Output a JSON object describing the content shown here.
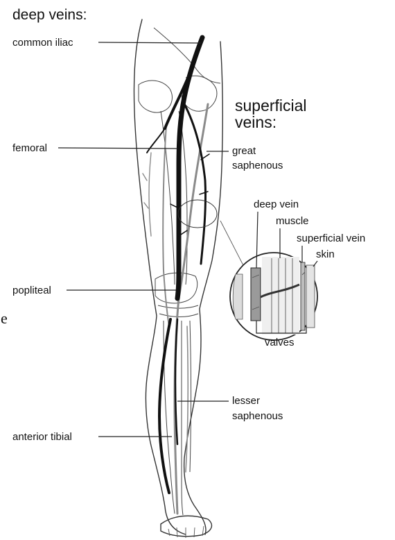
{
  "headings": {
    "deep": "deep veins:",
    "superficial_line1": "superficial",
    "superficial_line2": "veins:"
  },
  "deep_labels": {
    "common_iliac": "common iliac",
    "femoral": "femoral",
    "popliteal": "popliteal",
    "anterior_tibial": "anterior tibial"
  },
  "superficial_labels": {
    "great_line1": "great",
    "great_line2": "saphenous",
    "lesser_line1": "lesser",
    "lesser_line2": "saphenous"
  },
  "inset_labels": {
    "deep_vein": "deep vein",
    "muscle": "muscle",
    "superficial_vein": "superficial vein",
    "skin": "skin",
    "valves": "valves"
  },
  "margin_glyph": "e"
}
